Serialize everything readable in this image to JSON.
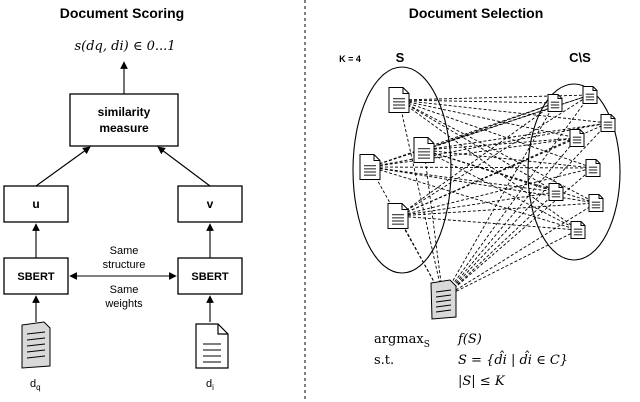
{
  "left_panel": {
    "title": "Document Scoring",
    "score_formula": "s(dq, di) ∈ 0...1",
    "similarity_box": [
      "similarity",
      "measure"
    ],
    "u_label": "u",
    "v_label": "v",
    "sbert_left": "SBERT",
    "sbert_right": "SBERT",
    "shared_top": [
      "Same",
      "structure"
    ],
    "shared_bottom": [
      "Same",
      "weights"
    ],
    "doc_left_label": "d",
    "doc_left_sub": "q",
    "doc_right_label": "d",
    "doc_right_sub": "i"
  },
  "right_panel": {
    "title": "Document Selection",
    "k_label": "K = 4",
    "set_s_label": "S",
    "set_cs_label": "C\\S",
    "objective": {
      "line1_keyword": "argmax",
      "line1_sub": "S",
      "line1_expr": "f(S)",
      "line2_keyword": "s.t.",
      "line2_expr": "S = {d̂i | d̂i ∈ C}",
      "line3_expr": "|S| ≤ K"
    }
  }
}
